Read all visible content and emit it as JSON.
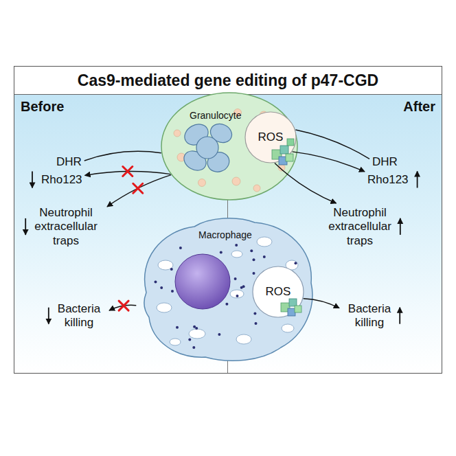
{
  "diagram": {
    "title": "Cas9-mediated gene editing of p47-CGD",
    "nodes": [
      {
        "text": [
          "Before"
        ]
      },
      {
        "text": [
          "After"
        ]
      },
      {
        "text": [
          "Granulocyte"
        ]
      },
      {
        "text": [
          "ROS"
        ],
        "in": 2
      },
      {
        "text": [
          "Macrophage"
        ]
      },
      {
        "text": [
          "ROS"
        ],
        "in": 4
      },
      {
        "text": [
          "DHR"
        ],
        "in": 0
      },
      {
        "text": [
          "Rho123"
        ],
        "in": 0
      },
      {
        "text": [
          "Neutrophil extracellular traps"
        ],
        "in": 0
      },
      {
        "text": [
          "Bacteria killing"
        ],
        "in": 0
      },
      {
        "text": [
          "DHR"
        ],
        "in": 1
      },
      {
        "text": [
          "Rho123"
        ],
        "in": 1
      },
      {
        "text": [
          "Neutrophil extracellular traps"
        ],
        "in": 1
      },
      {
        "text": [
          "Bacteria killing"
        ],
        "in": 1
      }
    ],
    "edges": [
      {
        "from": 6,
        "to": 2,
        "arrow": "none"
      },
      {
        "from": 2,
        "to": 7,
        "arrow": "to"
      },
      {
        "from": 2,
        "to": 8,
        "arrow": "to"
      },
      {
        "from": 4,
        "to": 9,
        "arrow": "to"
      },
      {
        "from": 10,
        "to": 3,
        "arrow": "none"
      },
      {
        "from": 3,
        "to": 11,
        "arrow": "to"
      },
      {
        "from": 3,
        "to": 12,
        "arrow": "to"
      },
      {
        "from": 5,
        "to": 13,
        "arrow": "to"
      }
    ]
  }
}
